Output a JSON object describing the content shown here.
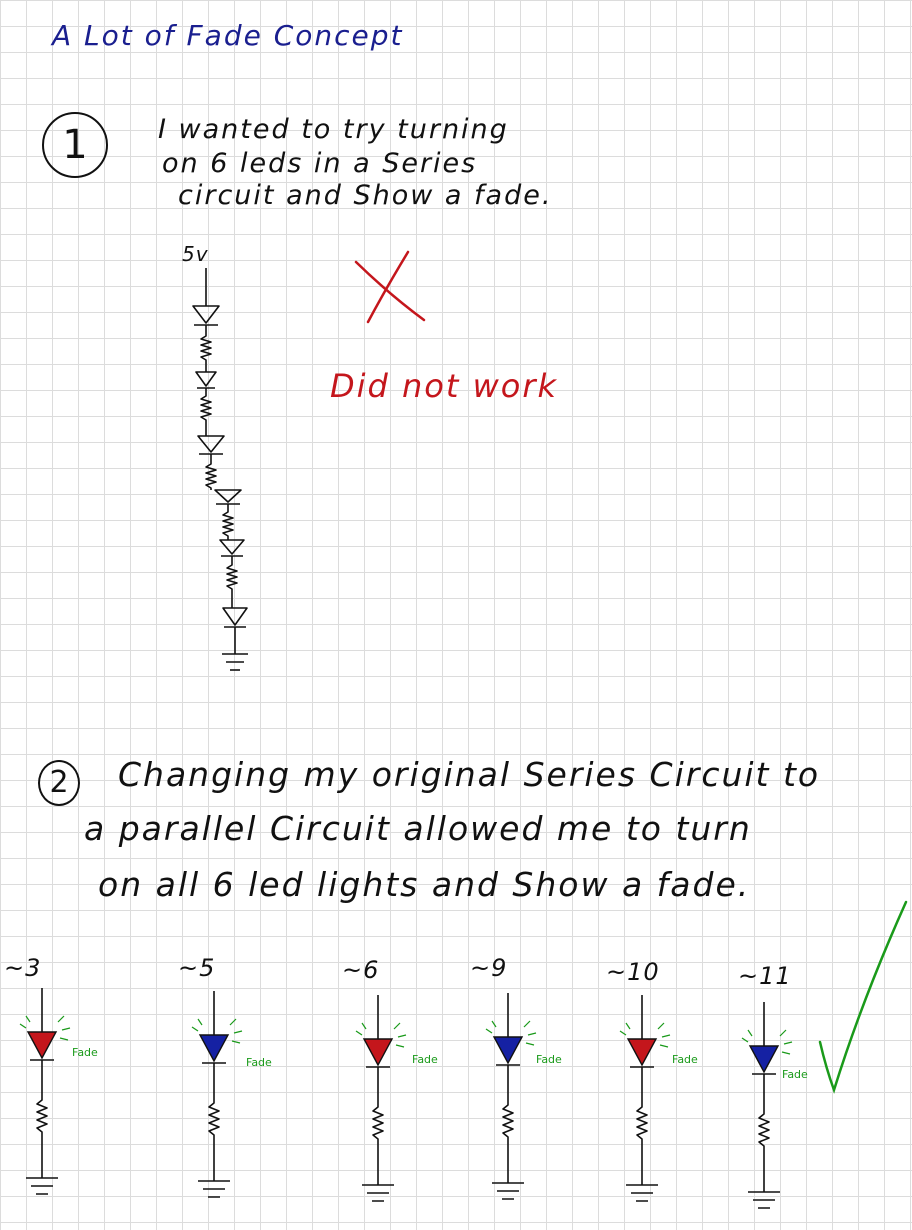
{
  "title": "A Lot of Fade Concept",
  "section1": {
    "number": "1",
    "lines": [
      "I wanted to try turning",
      "on 6 leds in a Series",
      "circuit and Show a fade."
    ],
    "supply_label": "5v",
    "result": "Did not work"
  },
  "section2": {
    "number": "2",
    "lines": [
      "Changing my original Series Circuit to",
      "a parallel Circuit allowed me to turn",
      "on all 6 led lights and Show a fade."
    ],
    "leds": [
      {
        "pin": "~3",
        "color": "#c4161c",
        "fade_label": "Fade"
      },
      {
        "pin": "~5",
        "color": "#1521a3",
        "fade_label": "Fade"
      },
      {
        "pin": "~6",
        "color": "#c4161c",
        "fade_label": "Fade"
      },
      {
        "pin": "~9",
        "color": "#1521a3",
        "fade_label": "Fade"
      },
      {
        "pin": "~10",
        "color": "#c4161c",
        "fade_label": "Fade"
      },
      {
        "pin": "~11",
        "color": "#1521a3",
        "fade_label": "Fade"
      }
    ]
  },
  "colors": {
    "ink": "#111111",
    "title": "#1a1f8f",
    "error": "#c4161c",
    "success": "#1a9a1a"
  }
}
